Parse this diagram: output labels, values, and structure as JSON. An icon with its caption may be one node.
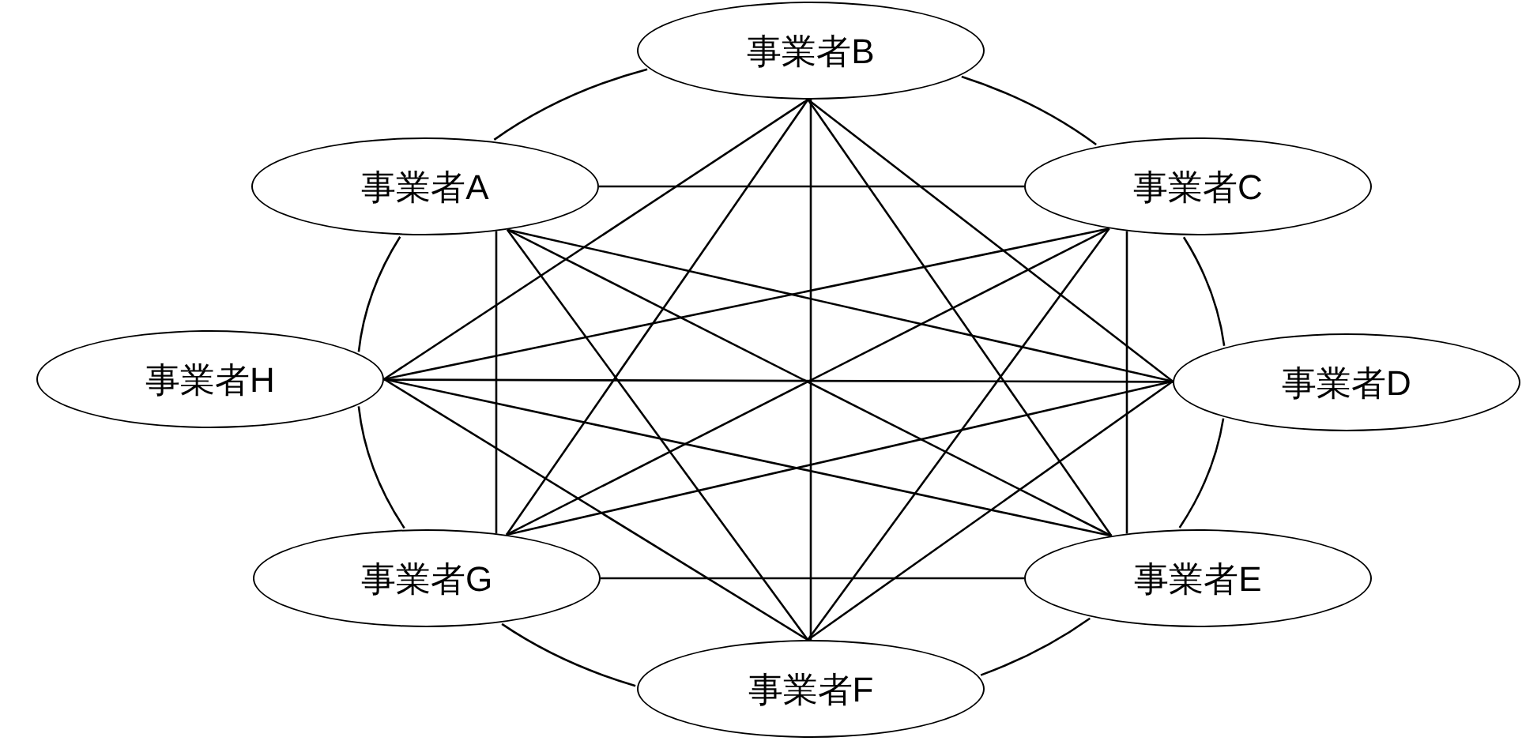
{
  "diagram": {
    "nodes": [
      {
        "text": [
          "事業者A"
        ]
      },
      {
        "text": [
          "事業者B"
        ]
      },
      {
        "text": [
          "事業者C"
        ]
      },
      {
        "text": [
          "事業者D"
        ]
      },
      {
        "text": [
          "事業者E"
        ]
      },
      {
        "text": [
          "事業者F"
        ]
      },
      {
        "text": [
          "事業者G"
        ]
      },
      {
        "text": [
          "事業者H"
        ]
      }
    ],
    "edges": [
      {
        "from": 0,
        "to": 1,
        "arrow": "none"
      },
      {
        "from": 0,
        "to": 2,
        "arrow": "none"
      },
      {
        "from": 0,
        "to": 3,
        "arrow": "none"
      },
      {
        "from": 0,
        "to": 4,
        "arrow": "none"
      },
      {
        "from": 0,
        "to": 5,
        "arrow": "none"
      },
      {
        "from": 0,
        "to": 6,
        "arrow": "none"
      },
      {
        "from": 0,
        "to": 7,
        "arrow": "none"
      },
      {
        "from": 1,
        "to": 2,
        "arrow": "none"
      },
      {
        "from": 1,
        "to": 3,
        "arrow": "none"
      },
      {
        "from": 1,
        "to": 4,
        "arrow": "none"
      },
      {
        "from": 1,
        "to": 5,
        "arrow": "none"
      },
      {
        "from": 1,
        "to": 6,
        "arrow": "none"
      },
      {
        "from": 1,
        "to": 7,
        "arrow": "none"
      },
      {
        "from": 2,
        "to": 3,
        "arrow": "none"
      },
      {
        "from": 2,
        "to": 4,
        "arrow": "none"
      },
      {
        "from": 2,
        "to": 5,
        "arrow": "none"
      },
      {
        "from": 2,
        "to": 6,
        "arrow": "none"
      },
      {
        "from": 2,
        "to": 7,
        "arrow": "none"
      },
      {
        "from": 3,
        "to": 4,
        "arrow": "none"
      },
      {
        "from": 3,
        "to": 5,
        "arrow": "none"
      },
      {
        "from": 3,
        "to": 6,
        "arrow": "none"
      },
      {
        "from": 3,
        "to": 7,
        "arrow": "none"
      },
      {
        "from": 4,
        "to": 5,
        "arrow": "none"
      },
      {
        "from": 4,
        "to": 6,
        "arrow": "none"
      },
      {
        "from": 4,
        "to": 7,
        "arrow": "none"
      },
      {
        "from": 5,
        "to": 6,
        "arrow": "none"
      },
      {
        "from": 5,
        "to": 7,
        "arrow": "none"
      },
      {
        "from": 6,
        "to": 7,
        "arrow": "none"
      }
    ]
  }
}
